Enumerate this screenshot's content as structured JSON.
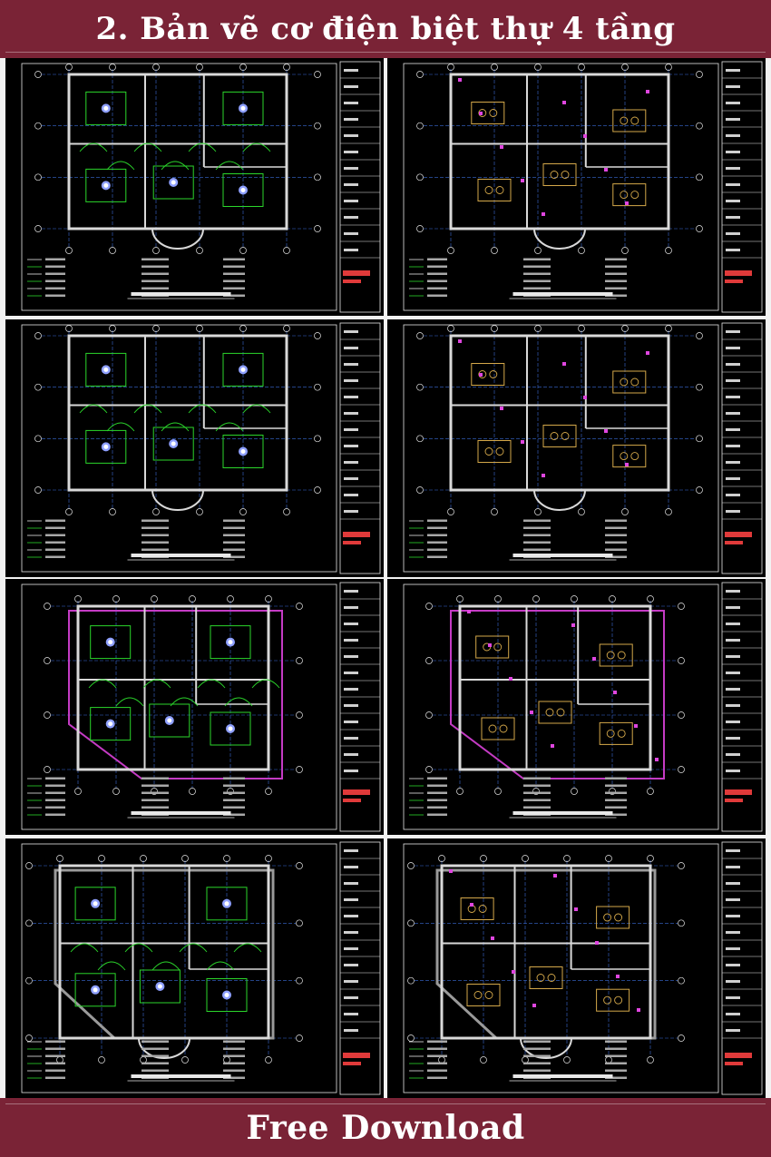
{
  "header": {
    "title": "2. Bản vẽ cơ điện biệt thự 4 tầng"
  },
  "footer": {
    "cta": "Free Download"
  },
  "sheets": [
    {
      "id": "lighting-floor-2",
      "type": "lighting",
      "variant": "upper"
    },
    {
      "id": "power-floor-2",
      "type": "power",
      "variant": "upper"
    },
    {
      "id": "lighting-floor-3",
      "type": "lighting",
      "variant": "upper"
    },
    {
      "id": "power-floor-3",
      "type": "power",
      "variant": "upper"
    },
    {
      "id": "lighting-basement",
      "type": "lighting",
      "variant": "basement"
    },
    {
      "id": "power-basement",
      "type": "power",
      "variant": "basement"
    },
    {
      "id": "lighting-floor-1",
      "type": "lighting",
      "variant": "ground"
    },
    {
      "id": "power-floor-1",
      "type": "power",
      "variant": "ground"
    }
  ],
  "colors": {
    "banner": "#7a2336",
    "cad_background": "#000000",
    "wall": "#d9d9d9",
    "grid_line": "#3b6bd6",
    "light_circuit": "#2bd62b",
    "power_circuit": "#d4a84a",
    "boundary": "#c43bc4",
    "dimension": "#e6e6e6"
  }
}
